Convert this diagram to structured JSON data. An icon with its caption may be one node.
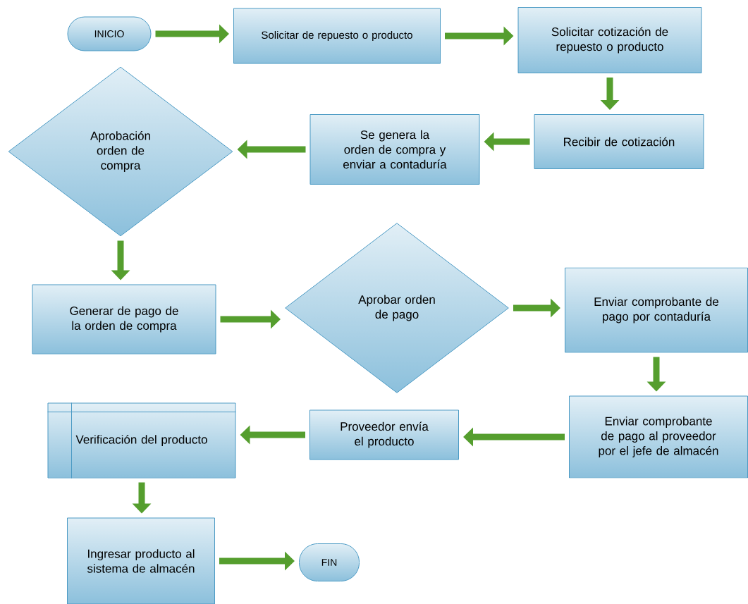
{
  "diagram": {
    "nodes": [
      {
        "text": [
          "INICIO"
        ]
      },
      {
        "text": [
          "Solicitar de repuesto o producto"
        ]
      },
      {
        "text": [
          "Solicitar cotización de repuesto o producto"
        ]
      },
      {
        "text": [
          "Recibir de cotización"
        ]
      },
      {
        "text": [
          "Se genera la orden de compra y enviar a contaduría"
        ]
      },
      {
        "text": [
          "Aprobación orden de compra"
        ]
      },
      {
        "text": [
          "Generar de pago de la orden de compra"
        ]
      },
      {
        "text": [
          "Aprobar orden de pago"
        ]
      },
      {
        "text": [
          "Enviar comprobante de pago por contaduría"
        ]
      },
      {
        "text": [
          "Enviar comprobante de pago al proveedor por el jefe de almacén"
        ]
      },
      {
        "text": [
          "Proveedor envía el producto"
        ]
      },
      {
        "text": [
          "Verificación del producto"
        ]
      },
      {
        "text": [
          "Ingresar producto al sistema de almacén"
        ]
      },
      {
        "text": [
          "FIN"
        ]
      }
    ],
    "edges": [
      {
        "from": 0,
        "to": 1,
        "arrow": "to"
      },
      {
        "from": 1,
        "to": 2,
        "arrow": "to"
      },
      {
        "from": 2,
        "to": 3,
        "arrow": "to"
      },
      {
        "from": 3,
        "to": 4,
        "arrow": "to"
      },
      {
        "from": 4,
        "to": 5,
        "arrow": "to"
      },
      {
        "from": 5,
        "to": 6,
        "arrow": "to"
      },
      {
        "from": 6,
        "to": 7,
        "arrow": "to"
      },
      {
        "from": 7,
        "to": 8,
        "arrow": "to"
      },
      {
        "from": 8,
        "to": 9,
        "arrow": "to"
      },
      {
        "from": 9,
        "to": 10,
        "arrow": "to"
      },
      {
        "from": 10,
        "to": 11,
        "arrow": "to"
      },
      {
        "from": 11,
        "to": 12,
        "arrow": "to"
      },
      {
        "from": 12,
        "to": 13,
        "arrow": "to"
      }
    ]
  }
}
